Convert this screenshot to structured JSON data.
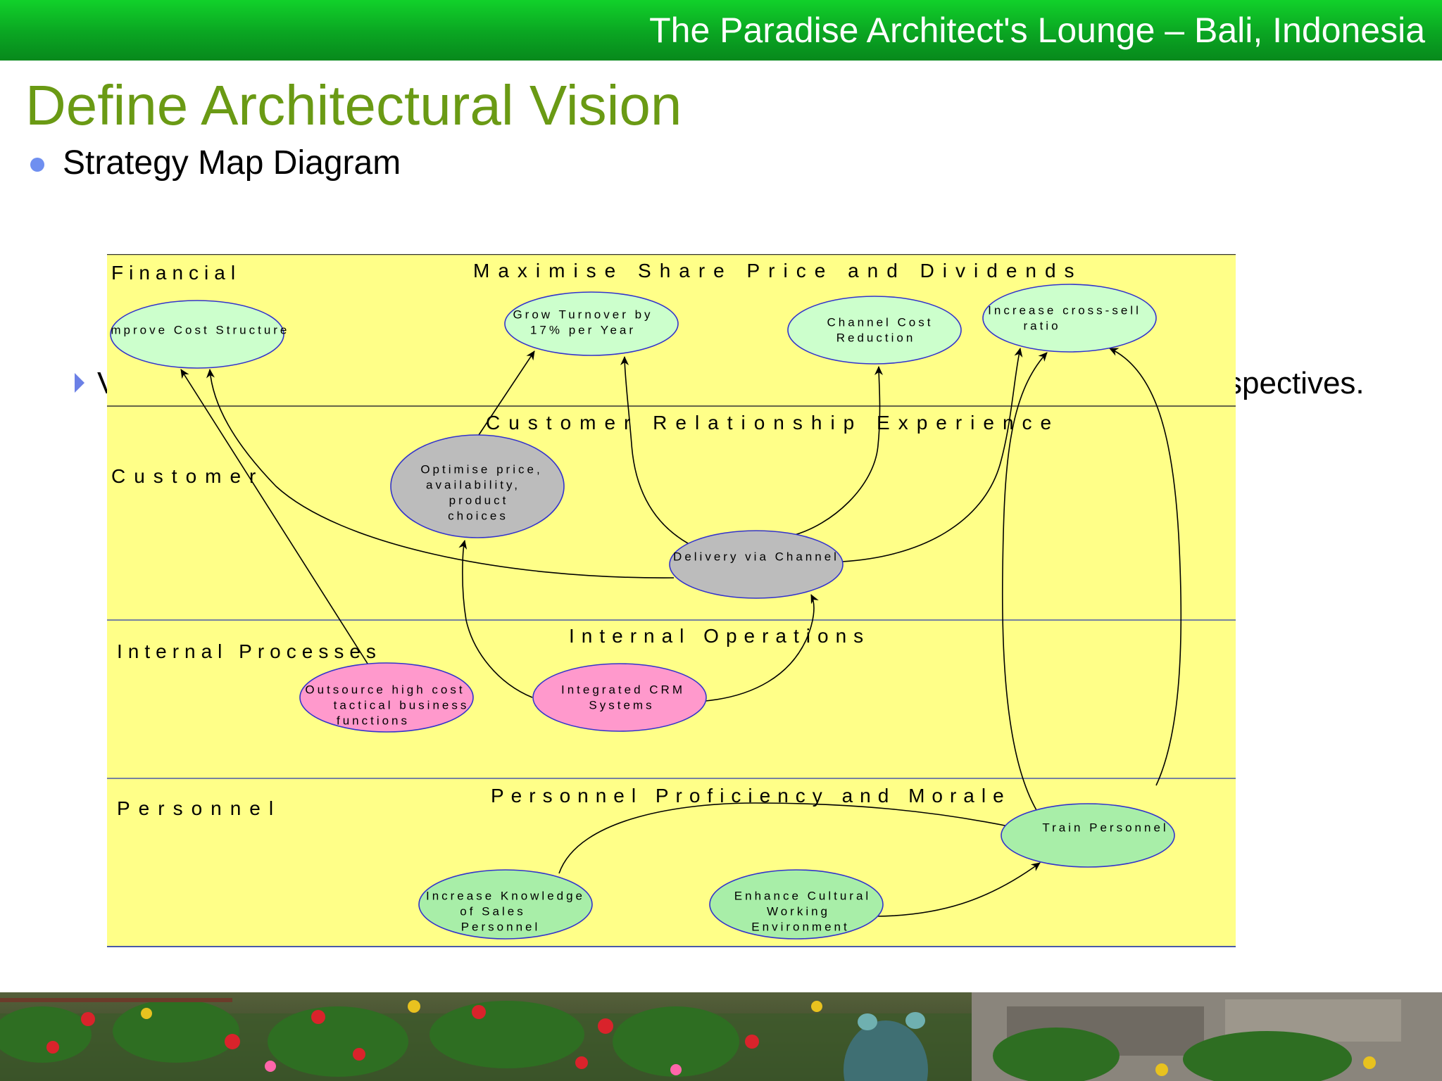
{
  "header": {
    "banner_title": "The Paradise Architect's Lounge – Bali, Indonesia"
  },
  "slide": {
    "title": "Define Architectural Vision",
    "bullet": "Strategy Map Diagram",
    "sub_bullet_left_fragment": "V",
    "sub_bullet_right_fragment": "spectives."
  },
  "diagram": {
    "lanes": [
      {
        "label": "Financial",
        "theme": "Maximise Share Price and Dividends"
      },
      {
        "label": "Customer",
        "theme": "Customer Relationship Experience"
      },
      {
        "label": "Internal Processes",
        "theme": "Internal Operations"
      },
      {
        "label": "Personnel",
        "theme": "Personnel Proficiency and Morale"
      }
    ],
    "nodes": {
      "improve_cost": {
        "lines": [
          "Improve Cost Structure"
        ]
      },
      "grow_turnover": {
        "lines": [
          "Grow Turnover by",
          "17% per Year"
        ]
      },
      "channel_cost": {
        "lines": [
          "Channel Cost",
          "Reduction"
        ]
      },
      "cross_sell": {
        "lines": [
          "Increase cross-sell",
          "ratio"
        ]
      },
      "optimise": {
        "lines": [
          "Optimise price,",
          "availability,",
          "product",
          "choices"
        ]
      },
      "delivery": {
        "lines": [
          "Delivery via Channel"
        ]
      },
      "outsource": {
        "lines": [
          "Outsource high cost",
          "tactical business",
          "functions"
        ]
      },
      "crm": {
        "lines": [
          "Integrated CRM",
          "Systems"
        ]
      },
      "train": {
        "lines": [
          "Train Personnel"
        ]
      },
      "knowledge": {
        "lines": [
          "Increase Knowledge",
          "of Sales",
          "Personnel"
        ]
      },
      "culture": {
        "lines": [
          "Enhance Cultural",
          "Working",
          "Environment"
        ]
      }
    },
    "edges": [
      {
        "from": "outsource",
        "to": "improve_cost"
      },
      {
        "from": "delivery",
        "to": "improve_cost"
      },
      {
        "from": "optimise",
        "to": "grow_turnover"
      },
      {
        "from": "delivery",
        "to": "grow_turnover"
      },
      {
        "from": "delivery",
        "to": "channel_cost"
      },
      {
        "from": "delivery",
        "to": "cross_sell"
      },
      {
        "from": "crm",
        "to": "optimise"
      },
      {
        "from": "crm",
        "to": "delivery"
      },
      {
        "from": "train",
        "to": "cross_sell"
      },
      {
        "from": "train",
        "to": "cross_sell"
      },
      {
        "from": "knowledge",
        "to": "train"
      },
      {
        "from": "culture",
        "to": "train"
      }
    ]
  },
  "colors": {
    "banner_green": "#0aa522",
    "title_green": "#6a9a14",
    "lane_fill": "#ffff88",
    "financial_node": "#ccffcc",
    "customer_node": "#bcbcbc",
    "process_node": "#ff99cc",
    "personnel_node": "#a8eea8",
    "node_border": "#3333cc"
  }
}
